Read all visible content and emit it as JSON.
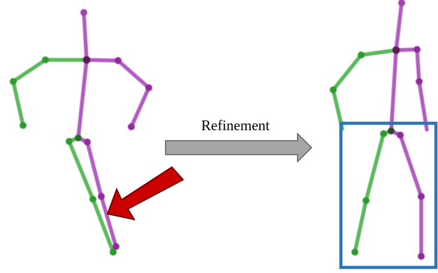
{
  "diagram": {
    "arrow_label": "Refinement",
    "colors": {
      "left_limb": "#5cb85c",
      "right_limb": "#b05cc0",
      "left_joint": "#2e9a2e",
      "right_joint": "#8e2b9a",
      "center_joint": "#5a1a5a",
      "process_arrow_fill": "#a6a6a6",
      "process_arrow_stroke": "#606060",
      "error_arrow_fill": "#cc0000",
      "error_arrow_stroke": "#7a0000",
      "highlight_box": "#2e75b6"
    },
    "poses": [
      {
        "name": "initial-pose",
        "description_visible": false
      },
      {
        "name": "refined-pose",
        "description_visible": false
      }
    ]
  }
}
